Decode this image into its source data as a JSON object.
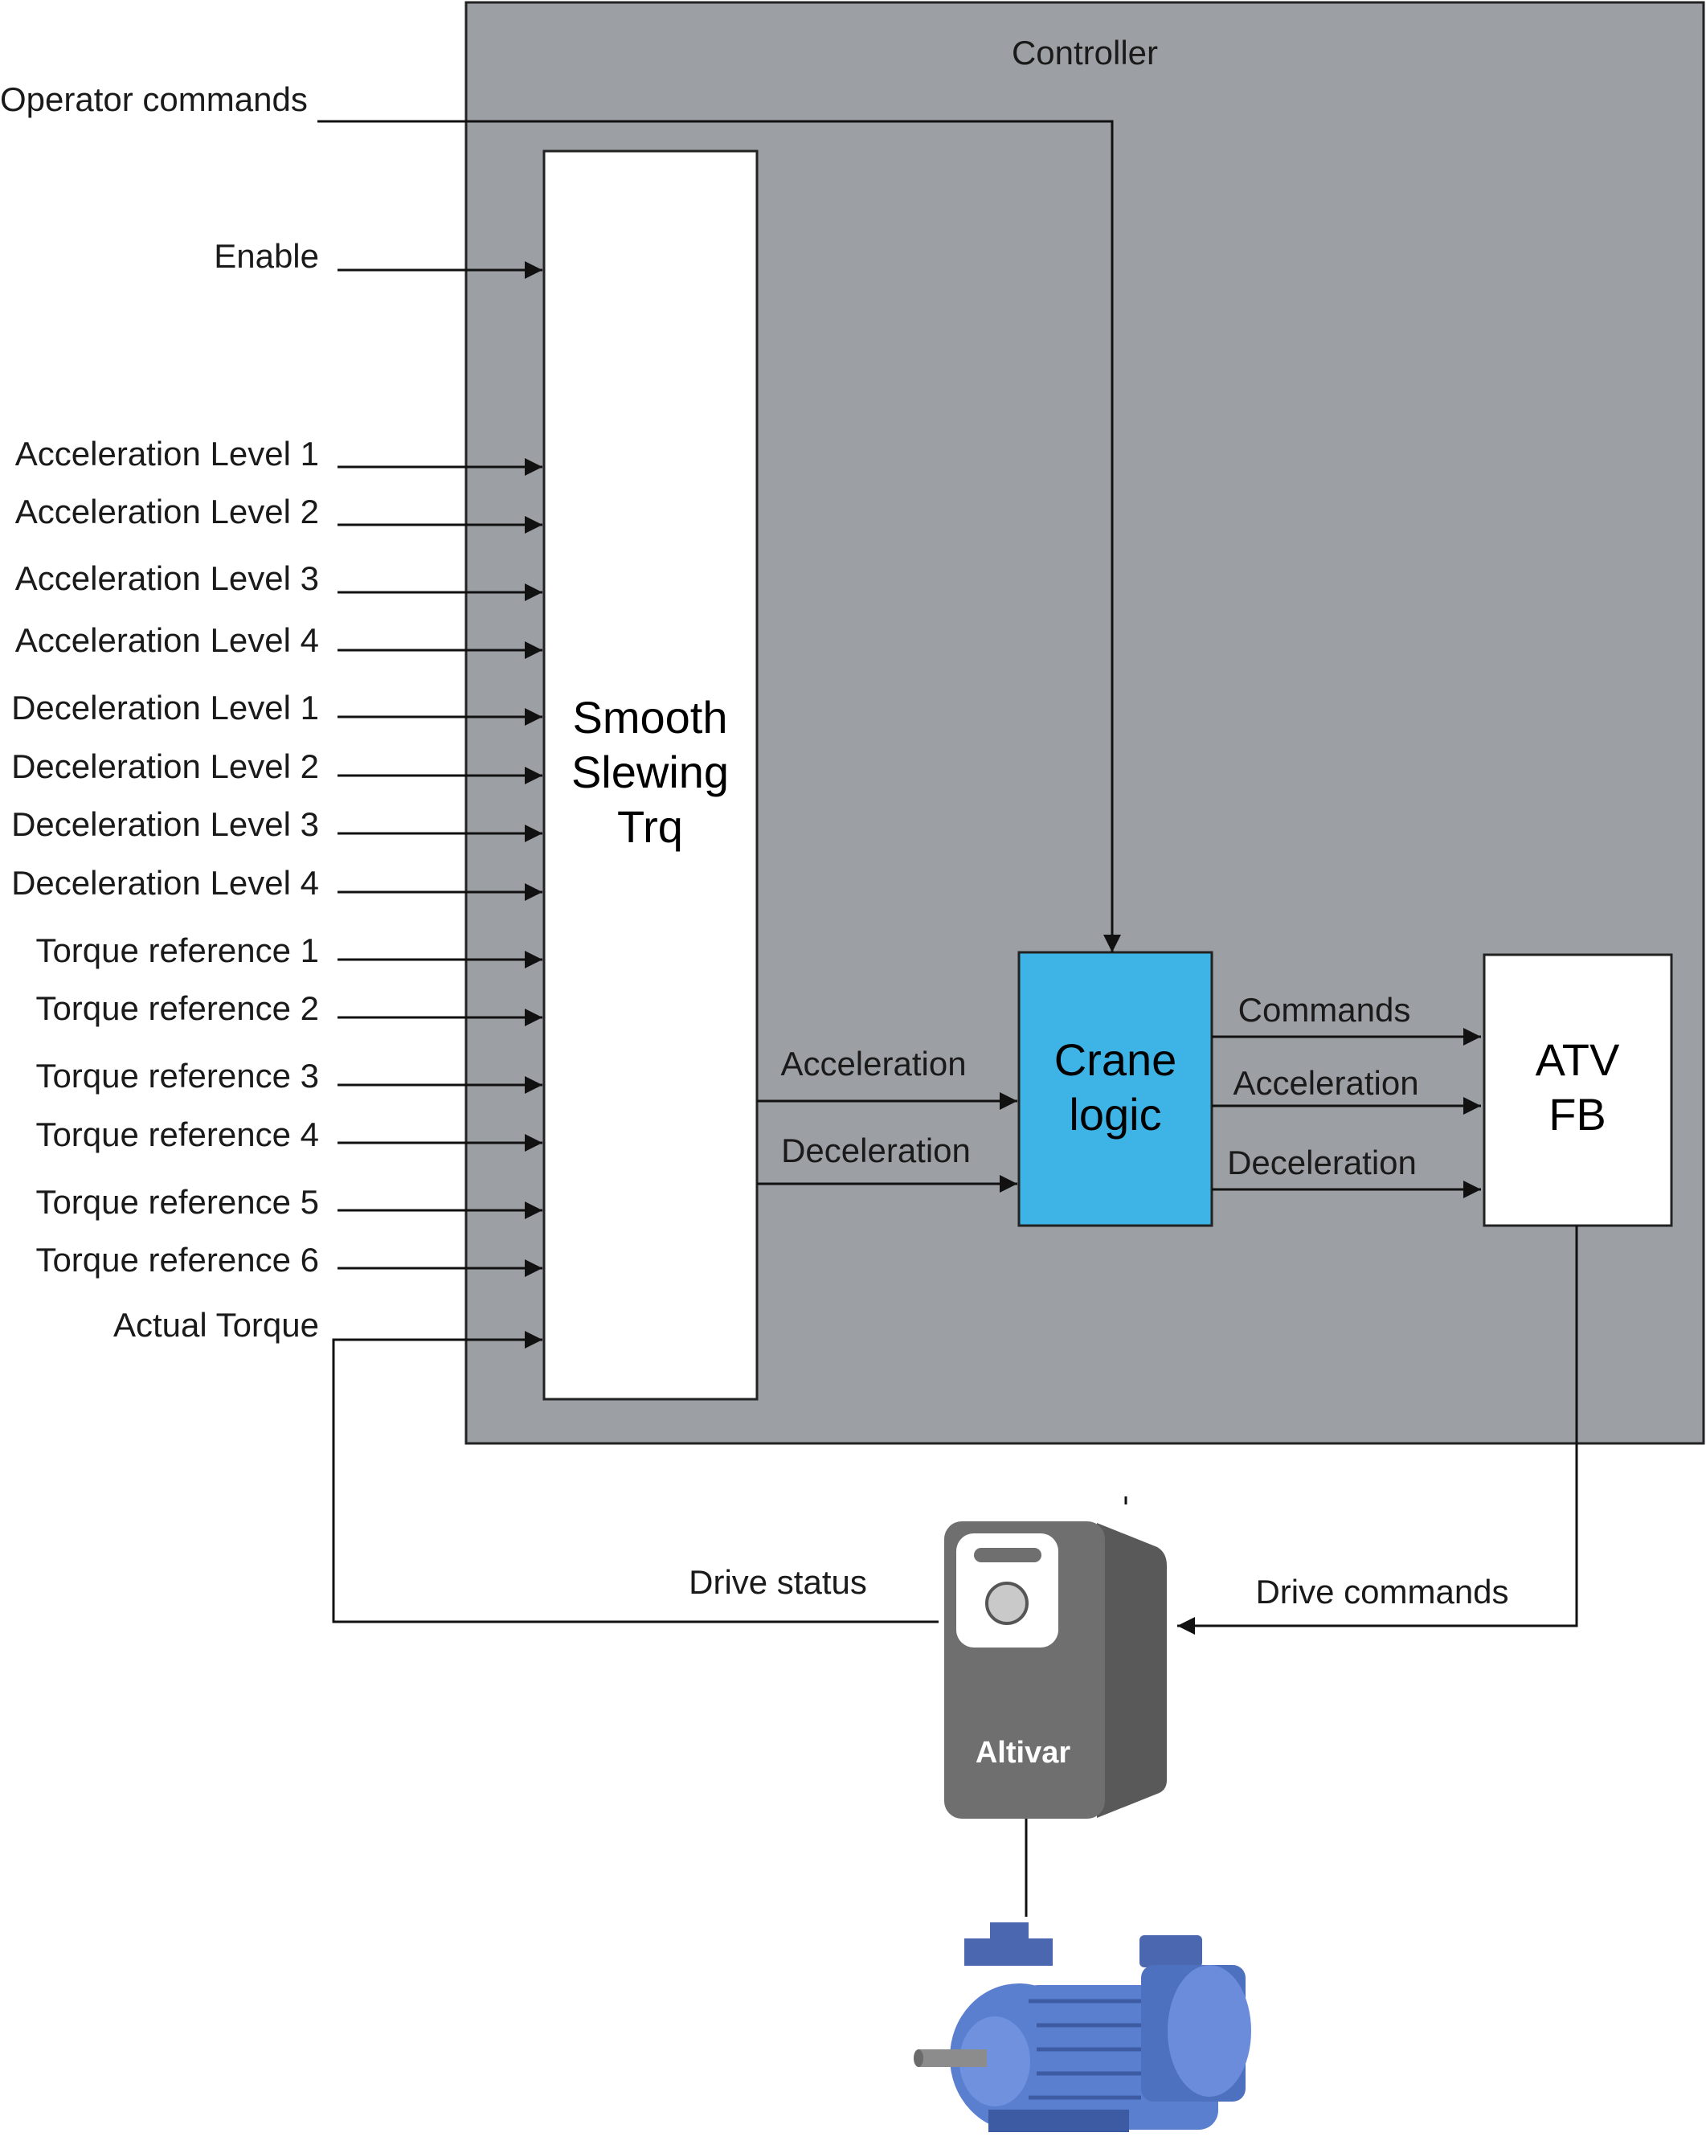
{
  "colors": {
    "controller_fill": "#9c9fa3",
    "crane_fill": "#3eb4e6",
    "drive_body": "#6f6f6f",
    "motor_blue": "#5a7fcf"
  },
  "controller": {
    "title": "Controller"
  },
  "external": {
    "operator_commands": "Operator commands"
  },
  "inputs": [
    {
      "label": "Enable"
    },
    {
      "label": "Acceleration Level 1"
    },
    {
      "label": "Acceleration Level 2"
    },
    {
      "label": "Acceleration Level 3"
    },
    {
      "label": "Acceleration Level 4"
    },
    {
      "label": "Deceleration Level 1"
    },
    {
      "label": "Deceleration Level 2"
    },
    {
      "label": "Deceleration Level 3"
    },
    {
      "label": "Deceleration Level 4"
    },
    {
      "label": "Torque reference 1"
    },
    {
      "label": "Torque reference 2"
    },
    {
      "label": "Torque reference 3"
    },
    {
      "label": "Torque reference 4"
    },
    {
      "label": "Torque reference 5"
    },
    {
      "label": "Torque reference 6"
    },
    {
      "label": "Actual Torque"
    }
  ],
  "blocks": {
    "smooth": {
      "line1": "Smooth",
      "line2": "Slewing",
      "line3": "Trq"
    },
    "crane": {
      "line1": "Crane",
      "line2": "logic"
    },
    "atv": {
      "line1": "ATV",
      "line2": "FB"
    }
  },
  "links": {
    "smooth_to_crane": [
      "Acceleration",
      "Deceleration"
    ],
    "crane_to_atv": [
      "Commands",
      "Acceleration",
      "Deceleration"
    ],
    "drive_status": "Drive status",
    "drive_commands": "Drive commands"
  },
  "drive": {
    "brand": "Altivar"
  }
}
